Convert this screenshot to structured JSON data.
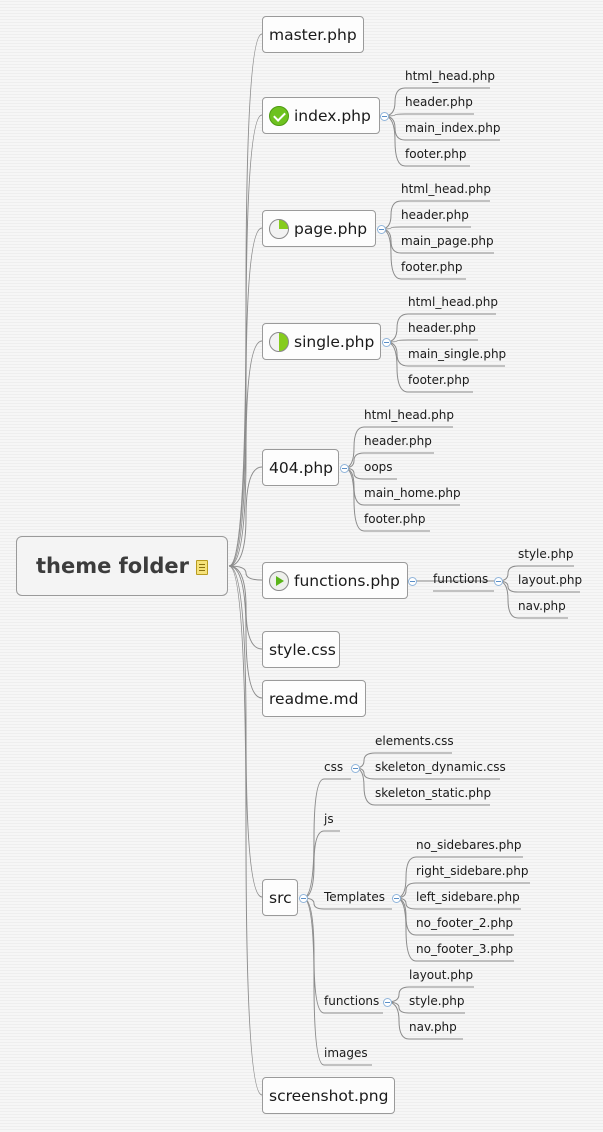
{
  "root": {
    "label": "theme folder",
    "icon": "note-icon"
  },
  "children": [
    {
      "id": "master",
      "label": "master.php"
    },
    {
      "id": "index",
      "label": "index.php",
      "icon": "check-icon",
      "children": [
        {
          "label": "html_head.php"
        },
        {
          "label": "header.php"
        },
        {
          "label": "main_index.php"
        },
        {
          "label": "footer.php"
        }
      ]
    },
    {
      "id": "page",
      "label": "page.php",
      "icon": "quarter-progress-icon",
      "children": [
        {
          "label": "html_head.php"
        },
        {
          "label": "header.php"
        },
        {
          "label": "main_page.php"
        },
        {
          "label": "footer.php"
        }
      ]
    },
    {
      "id": "single",
      "label": "single.php",
      "icon": "half-progress-icon",
      "children": [
        {
          "label": "html_head.php"
        },
        {
          "label": "header.php"
        },
        {
          "label": "main_single.php"
        },
        {
          "label": "footer.php"
        }
      ]
    },
    {
      "id": "404",
      "label": "404.php",
      "children": [
        {
          "label": "html_head.php"
        },
        {
          "label": "header.php"
        },
        {
          "label": "oops"
        },
        {
          "label": "main_home.php"
        },
        {
          "label": "footer.php"
        }
      ]
    },
    {
      "id": "functions",
      "label": "functions.php",
      "icon": "play-icon",
      "children": [
        {
          "label": "functions",
          "children": [
            {
              "label": "style.php"
            },
            {
              "label": "layout.php"
            },
            {
              "label": "nav.php"
            }
          ]
        }
      ]
    },
    {
      "id": "style",
      "label": "style.css"
    },
    {
      "id": "readme",
      "label": "readme.md"
    },
    {
      "id": "src",
      "label": "src",
      "children": [
        {
          "label": "css",
          "children": [
            {
              "label": "elements.css"
            },
            {
              "label": "skeleton_dynamic.css"
            },
            {
              "label": "skeleton_static.php"
            }
          ]
        },
        {
          "label": "js"
        },
        {
          "label": "Templates",
          "children": [
            {
              "label": "no_sidebares.php"
            },
            {
              "label": "right_sidebare.php"
            },
            {
              "label": "left_sidebare.php"
            },
            {
              "label": "no_footer_2.php"
            },
            {
              "label": "no_footer_3.php"
            }
          ]
        },
        {
          "label": "functions",
          "children": [
            {
              "label": "layout.php"
            },
            {
              "label": "style.php"
            },
            {
              "label": "nav.php"
            }
          ]
        },
        {
          "label": "images"
        }
      ]
    },
    {
      "id": "screenshot",
      "label": "screenshot.png"
    }
  ]
}
